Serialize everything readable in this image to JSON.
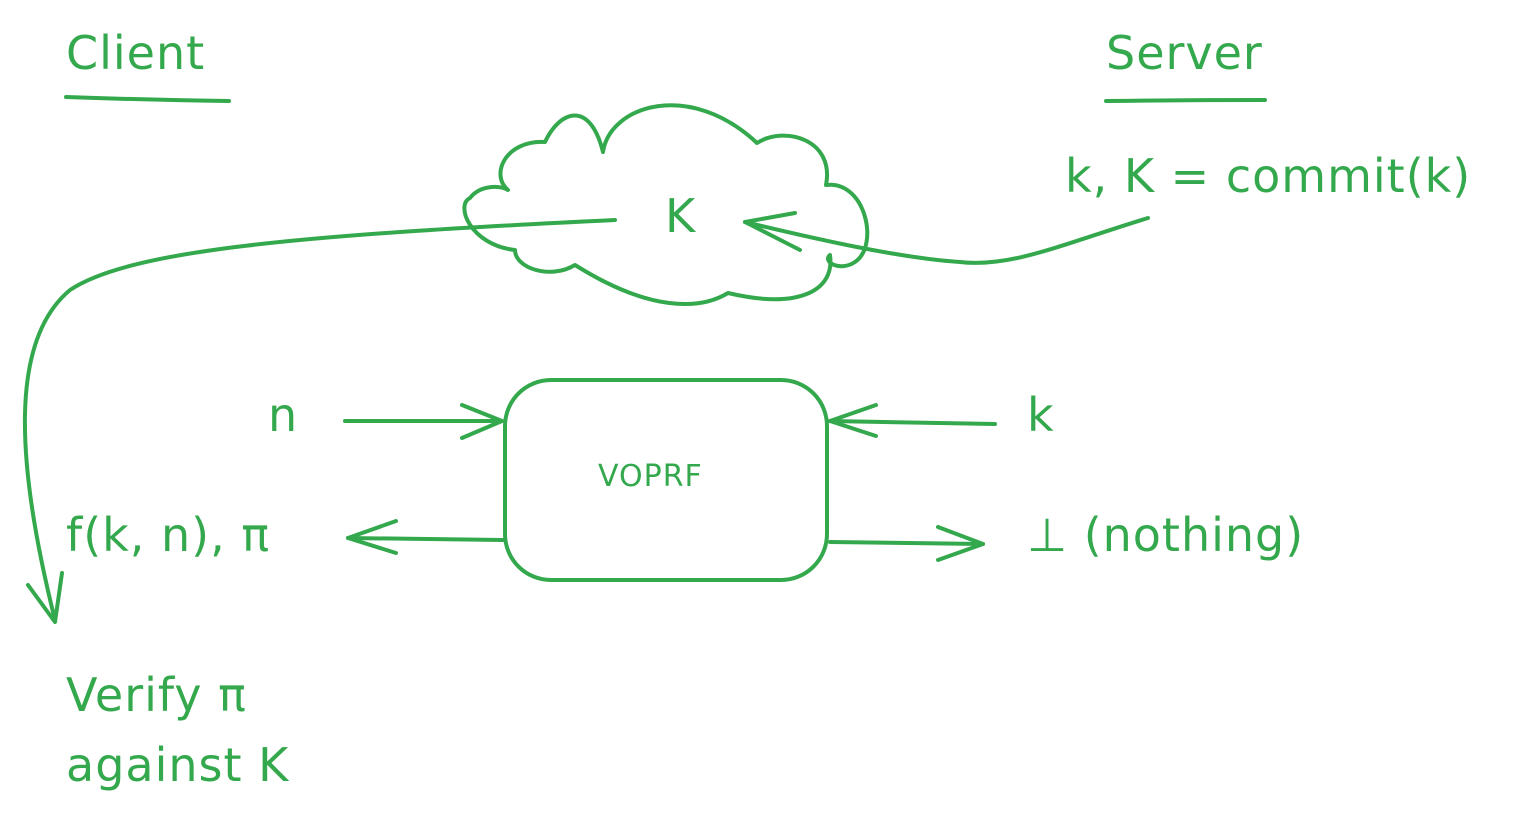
{
  "accent_color": "#34a84c",
  "parties": {
    "client": "Client",
    "server": "Server"
  },
  "server_side": {
    "commit": "k, K = commit(k)",
    "input": "k",
    "output": "⊥ (nothing)"
  },
  "cloud_label": "K",
  "box_label": "VOPRF",
  "client_side": {
    "input": "n",
    "output": "f(k, n), π",
    "verify_line1": "Verify π",
    "verify_line2": "against K"
  }
}
